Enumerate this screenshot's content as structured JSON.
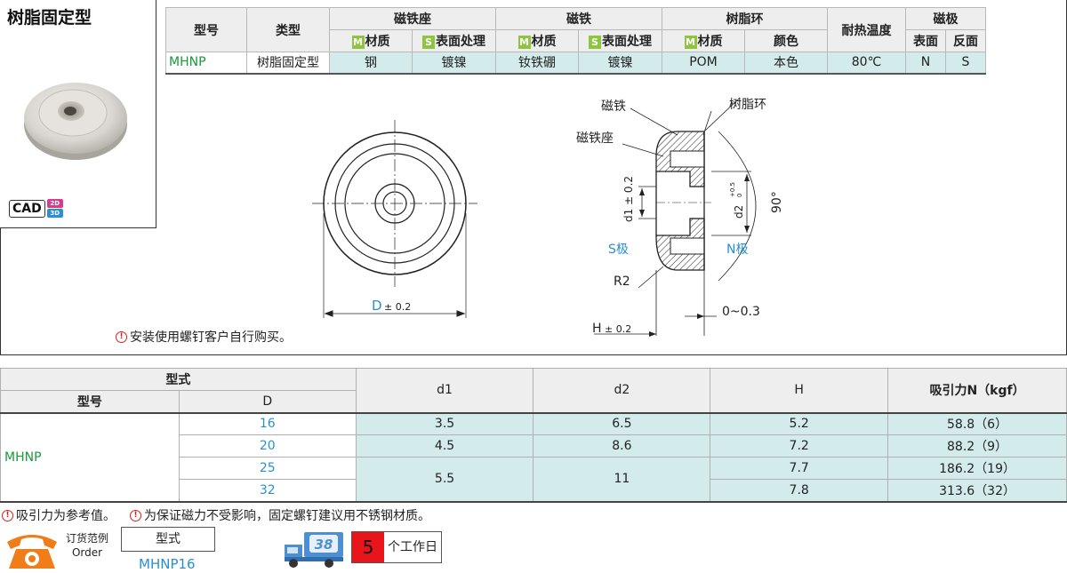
{
  "product": {
    "title": "树脂固定型",
    "cad": {
      "label": "CAD",
      "dim2": "2D",
      "dim3": "3D"
    }
  },
  "spec_table": {
    "headers": {
      "model": "型号",
      "type": "类型",
      "magnet_base": "磁铁座",
      "magnet": "磁铁",
      "resin_ring": "树脂环",
      "heat_temp": "耐热温度",
      "pole": "磁极",
      "material": "材质",
      "surface": "表面处理",
      "color": "颜色",
      "pole_front": "表面",
      "pole_back": "反面",
      "m_tag": "M",
      "s_tag": "S"
    },
    "row": {
      "model": "MHNP",
      "type": "树脂固定型",
      "base_material": "钢",
      "base_surface": "镀镍",
      "magnet_material": "钕铁硼",
      "magnet_surface": "镀镍",
      "ring_material": "POM",
      "ring_color": "本色",
      "heat_temp": "80℃",
      "pole_front": "N",
      "pole_back": "S"
    }
  },
  "drawing": {
    "label_magnet": "磁铁",
    "label_resin_ring": "树脂环",
    "label_magnet_base": "磁铁座",
    "label_d1": "d1 ± 0.2",
    "label_d2": "d2",
    "label_d2_tol_upper": "+0.5",
    "label_d2_tol_lower": "0",
    "label_angle": "90°",
    "label_s_pole": "S极",
    "label_n_pole": "N极",
    "label_r2": "R2",
    "label_gap": "0~0.3",
    "label_h": "H",
    "label_h_tol": "± 0.2",
    "label_d": "D",
    "label_d_tol": "± 0.2"
  },
  "install_note": "安装使用螺钉客户自行购买。",
  "dim_table": {
    "header_model_spec": "型式",
    "header_model": "型号",
    "header_D": "D",
    "header_d1": "d1",
    "header_d2": "d2",
    "header_H": "H",
    "header_force": "吸引力N（kgf）",
    "model": "MHNP",
    "rows": [
      {
        "D": "16",
        "d1": "3.5",
        "d2": "6.5",
        "H": "5.2",
        "force": "58.8（6）"
      },
      {
        "D": "20",
        "d1": "4.5",
        "d2": "8.6",
        "H": "7.2",
        "force": "88.2（9）"
      },
      {
        "D": "25",
        "H": "7.7",
        "force": "186.2（19）"
      },
      {
        "D": "32",
        "H": "7.8",
        "force": "313.6（32）"
      }
    ],
    "merged_d1": "5.5",
    "merged_d2": "11"
  },
  "notes": {
    "note1": "吸引力为参考值。",
    "note2": "为保证磁力不受影响，固定螺钉建议用不锈钢材质。"
  },
  "order": {
    "label_cn": "订货范例",
    "label_en": "Order",
    "box_label": "型式",
    "example": "MHNP16"
  },
  "delivery": {
    "truck_badge": "38",
    "days": "5",
    "days_text": "个工作日"
  },
  "colors": {
    "model_green": "#1a9a3a",
    "value_blue": "#2a8fd0",
    "cyan_cell": "#d3ebeb",
    "warn_red": "#d42020",
    "days_red": "#e8161b"
  }
}
